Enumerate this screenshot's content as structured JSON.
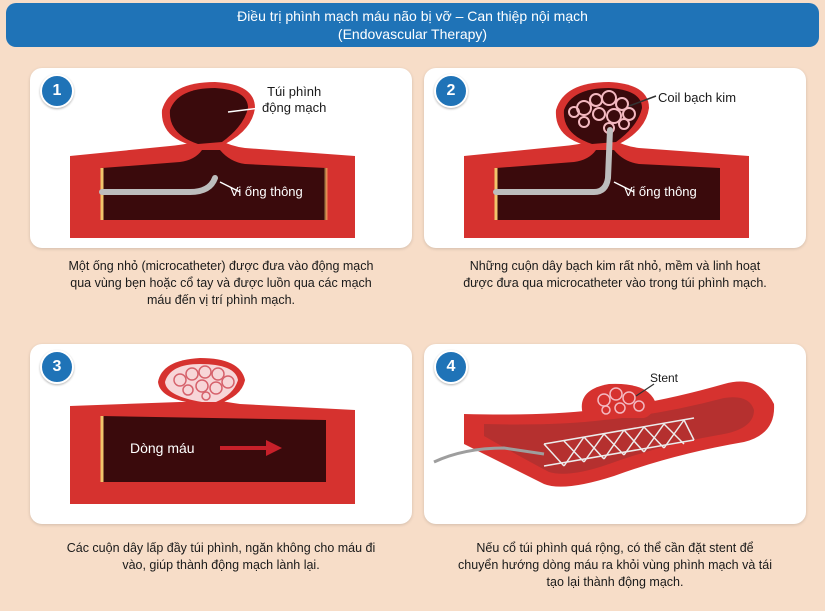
{
  "header": {
    "title_line1": "Điều trị phình mạch máu não bị vỡ – Can thiệp nội mạch",
    "title_line2": "(Endovascular Therapy)"
  },
  "panels": [
    {
      "number": "1",
      "labels": {
        "aneurysm_line1": "Túi phình",
        "aneurysm_line2": "động mạch",
        "catheter": "Vi ống thông"
      },
      "caption": [
        "Một ống nhỏ (microcatheter) được đưa vào động mạch",
        "qua vùng bẹn hoặc cổ tay và được luồn qua các mạch",
        "máu đến vị trí phình mạch."
      ]
    },
    {
      "number": "2",
      "labels": {
        "coil": "Coil bạch kim",
        "catheter": "Vi ống thông"
      },
      "caption": [
        "Những cuộn dây bạch kim rất nhỏ, mềm và linh hoạt",
        "được đưa qua microcatheter vào trong túi phình mạch."
      ]
    },
    {
      "number": "3",
      "labels": {
        "blood_flow": "Dòng máu"
      },
      "caption": [
        "Các cuộn dây lấp đầy túi phình, ngăn không cho máu đi",
        "vào, giúp thành động mạch lành lại."
      ]
    },
    {
      "number": "4",
      "labels": {
        "stent": "Stent"
      },
      "caption": [
        "Nếu cổ túi phình quá rộng, có thể cần đặt stent để",
        "chuyển hướng dòng máu ra khỏi vùng phình mạch và tái",
        "tạo lại thành động mạch."
      ]
    }
  ],
  "colors": {
    "header_bg": "#1f73b7",
    "vessel_wall": "#d6322f",
    "vessel_lumen": "#3a0a0c",
    "coil": "#f3b8c0",
    "catheter": "#bdbdbd"
  }
}
